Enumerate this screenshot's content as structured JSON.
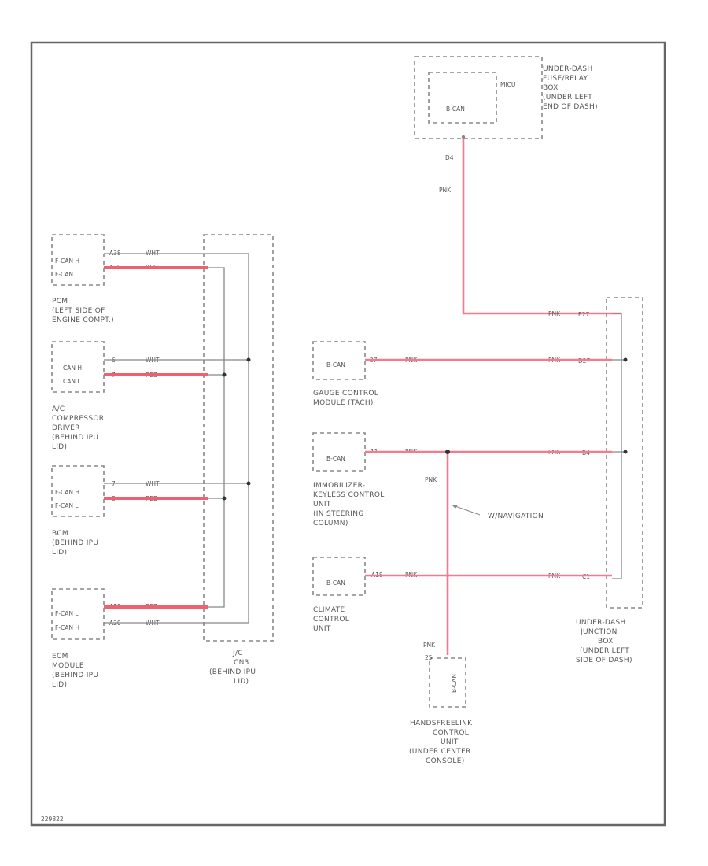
{
  "accent_colors": {
    "red_wire": "#f06070",
    "pink_wire": "#f47a8e",
    "white_wire": "#888888"
  },
  "fuse_box": {
    "inner": "B-CAN",
    "tag": "MICU",
    "label": [
      "UNDER-DASH",
      "FUSE/RELAY",
      "BOX",
      "(UNDER LEFT",
      "END OF DASH)"
    ],
    "pin": "D4",
    "wire": "PNK"
  },
  "left_modules": [
    {
      "pins": [
        "F-CAN H",
        "F-CAN L"
      ],
      "pin_numbers": [
        "A38",
        "A26"
      ],
      "wires": [
        "WHT",
        "RED"
      ],
      "label": [
        "PCM",
        "(LEFT SIDE OF",
        "ENGINE COMPT.)"
      ]
    },
    {
      "pins": [
        "CAN H",
        "CAN L"
      ],
      "pin_numbers": [
        "6",
        "7"
      ],
      "wires": [
        "WHT",
        "RED"
      ],
      "label": [
        "A/C",
        "COMPRESSOR",
        "DRIVER",
        "(BEHIND IPU",
        "LID)"
      ]
    },
    {
      "pins": [
        "F-CAN H",
        "F-CAN L"
      ],
      "pin_numbers": [
        "7",
        "8"
      ],
      "wires": [
        "WHT",
        "RED"
      ],
      "label": [
        "BCM",
        "(BEHIND IPU",
        "LID)"
      ]
    },
    {
      "pins": [
        "F-CAN L",
        "F-CAN H"
      ],
      "pin_numbers": [
        "A18",
        "A20"
      ],
      "wires": [
        "RED",
        "WHT"
      ],
      "label": [
        "ECM",
        "MODULE",
        "(BEHIND IPU",
        "LID)"
      ]
    }
  ],
  "joint_connector": {
    "label": [
      "J/C",
      "CN3",
      "(BEHIND IPU",
      "LID)"
    ]
  },
  "right_modules": [
    {
      "inner": "B-CAN",
      "pin": "27",
      "wire": "PNK",
      "label": [
        "GAUGE CONTROL",
        "MODULE (TACH)"
      ]
    },
    {
      "inner": "B-CAN",
      "pin": "11",
      "wire": "PNK",
      "label": [
        "IMMOBILIZER-",
        "KEYLESS CONTROL",
        "UNIT",
        "(IN STEERING",
        "COLUMN)"
      ]
    },
    {
      "inner": "B-CAN",
      "pin": "A18",
      "wire": "PNK",
      "label": [
        "CLIMATE",
        "CONTROL",
        "UNIT"
      ]
    }
  ],
  "junction_box": {
    "pins": [
      "E27",
      "D27",
      "B4",
      "C1"
    ],
    "wires": [
      "PNK",
      "PNK",
      "PNK",
      "PNK"
    ],
    "label": [
      "UNDER-DASH",
      "JUNCTION",
      "BOX",
      "(UNDER LEFT",
      "SIDE OF DASH)"
    ]
  },
  "handsfree": {
    "inner": "B-CAN",
    "pin": "25",
    "wire": "PNK",
    "branch_wire": "PNK",
    "label": [
      "HANDSFREELINK",
      "CONTROL",
      "UNIT",
      "(UNDER CENTER",
      "CONSOLE)"
    ]
  },
  "navigation_note": "W/NAVIGATION",
  "footer_code": "229822"
}
